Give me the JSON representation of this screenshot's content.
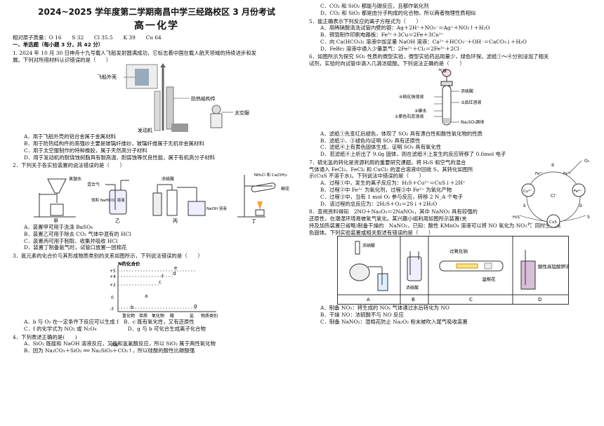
{
  "header": {
    "title": "2024~2025 学年度第二学期南昌中学三经路校区 3 月份考试",
    "subtitle": "高一化学",
    "atomic_masses": "相对原子质量：O 16　　S 32　　Cl 35.5　　K 39　　Cu 64"
  },
  "section1": "一、单选题（每小题 3 分，共 42 分）",
  "q1": {
    "stem1": "1. 2024 年 10 月 30 日神舟十九号载人飞船发射圆满成功，它标志着中国在载人航天领域的持续进步和发",
    "stem2": "展。下列对所用材料认识错误的是（　　）",
    "labels": {
      "shell": "飞船外壳",
      "structure": "防热结构件",
      "suit": "太空服",
      "engine": "发动机"
    },
    "options": [
      "A．用于飞船外壳的铝合金属于金属材料",
      "B．用于防热结构件的高强纱主要是玻璃纤维纱，玻璃纤维属于无机非金属材料",
      "C．用于太空服制作的特种橡胶，属于天然高分子材料",
      "D．用于发动机的耐烧蚀树脂具有耐高温、耐腐蚀等优良性能，属于有机高分子材料"
    ]
  },
  "q2": {
    "stem": "2．下列关于各实验装置的说法错误的是（　　）",
    "labels": {
      "a": "甲",
      "b": "乙",
      "c": "丙",
      "d": "丁",
      "water": "蒸馏水",
      "mixed_gas": "混合气",
      "nahco3": "饱和 NaHCO₃ 溶液",
      "acid": "浓硫酸",
      "naoh": "NaOH 溶液",
      "nh4cl": "NH₄Cl 和 Ca(OH)₂",
      "cotton": "棉花"
    },
    "options": [
      "A．装置甲可用于洗涤 BaSO₄",
      "B．装置乙可用于除去 CO₂ 气体中混有的 HCl",
      "C．装置丙可用于制取、收集并吸收 HCl",
      "D．装置丁制备氨气时，试管口放置一团棉花"
    ]
  },
  "q3": {
    "stem": "3．氮元素的化合价与其形成物质类别的关系如图所示，下列说法错误的是（　　）",
    "chart": {
      "ylabel": "N的化合价",
      "yticks": [
        "+5",
        "+4",
        "+2",
        "0",
        "-3"
      ],
      "xcats": [
        "氢化物",
        "单质",
        "氧化物",
        "酸",
        "盐",
        "物质类别"
      ],
      "points": [
        "b",
        "a",
        "c",
        "d",
        "e",
        "f",
        "g"
      ]
    },
    "options": [
      "A．b 与 O₂ 在一定条件下反应可以生成 f　B．c 既有氧化性，又有还原性",
      "C．f 的化学式为 NO₂ 或 N₂O₄　　　　　　D．g 与 b 可化合生成离子化合物"
    ]
  },
  "q4": {
    "stem": "4．下列表述正确的是(　　)",
    "options": [
      "A．SiO₂ 既能和 NaOH 溶液反应，又能和氢氟酸反应，所以 SiO₂ 属于两性氧化物",
      "B．因为 Na₂CO₃＋SiO₂ ══ Na₂SiO₃＋CO₂↑，所以硅酸的酸性比碳酸强"
    ],
    "cond": "高温"
  },
  "q4b": {
    "options": [
      "C．CO₂ 和 SiO₂ 都能与碳反应，且都作氧化剂",
      "D．CO₂ 和 SiO₂ 都是由分子构成的化合物，所以两者物理性质相似"
    ]
  },
  "q5": {
    "stem": "5．能正确表示下列反应的离子方程式为（　　）",
    "options": [
      "A．用稀硝酸清洗试管内壁的银：Ag＋2H⁺＋NO₃⁻＝Ag⁺＋NO₂↑＋H₂O",
      "B．铜箔制作印刷电路板：Fe³⁺＋3Cu＝2Fe＋3Cu²⁺",
      "C．向 Ca(HCO₃)₂ 溶液中加足量 NaOH 溶液：Ca²⁺＋HCO₃⁻＋OH⁻＝CaCO₃↓＋H₂O",
      "D．FeBr₂ 溶液中通入少量氯气：2Fe²⁺＋Cl₂＝2Fe³⁺＋2Cl⁻"
    ]
  },
  "q6": {
    "stem1": "6．如图所示为探究 SO₂ 性质的微型实验，微型实验药品用量少，绿色环保。滤纸①～④分别浸泡了相关",
    "stem2": "试剂，实验时向试管中滴入几滴浓硫酸。下列说法正确的是（　　）",
    "labels": {
      "balloon": "气球",
      "acid": "浓硫酸",
      "l4": "④硫化钠溶液",
      "l3": "③品红溶液",
      "l2": "②碘水",
      "l1": "①紫色石蕊溶液",
      "solid": "Na₂SO₃固体"
    },
    "options": [
      "A．滤纸①先变红后褪色，体现了 SO₂ 具有漂白性和酸性氧化物的性质",
      "B．滤纸②、③褪色均证明 SO₂ 具有还原性",
      "C．滤纸④上有黄色固体生成，证明 SO₂ 具有氧化性",
      "D．若滤纸④上析出了 9.6g 固体，则在滤纸④上发生的反应转移了 0.6mol 电子"
    ]
  },
  "q7": {
    "stem1": "7．硫化氢的转化是资源利用的重要研究课题。将 H₂S 和空气的混合",
    "stem2": "气体通入 FeCl₃、FeCl₂ 和 CuCl₂ 的混合溶液中回收 S，其转化如图所",
    "stem3": "示(CuS 不溶于水)。下列说法中错误的是（　　）",
    "labels": {
      "c1": "①",
      "c2": "②",
      "c3": "③",
      "o2": "O₂",
      "fe2": "Fe²⁺",
      "fe3": "Fe³⁺",
      "cu": "Cu²⁺",
      "cl": "Cl⁻",
      "cus": "CuS",
      "h2s": "H₂S",
      "s": "S",
      "hp": "H⁺"
    },
    "options": [
      "A．过程①中，发生的离子反应为：H₂S＋Cu²⁺＝CuS↓＋2H⁺",
      "B．过程②中 Fe³⁺ 为氧化剂，过程③中 Fe²⁺ 为氧化产物",
      "C．过程③中，当有 1 mol O₂ 参与反应，转移 2 N_A 个电子",
      "D．该过程的总反应为：2H₂S＋O₂＝2S↓＋2H₂O"
    ]
  },
  "q8": {
    "stem1": "8．查阅资料得知　2NO＋Na₂O₂＝2NaNO₂，其中 NaNO₂ 具有较强的",
    "stem2": "还原性，在潮湿环境易被氧气氧化。某兴趣小组利用如图所示装置(夹",
    "stem3": "持及加热装置已省略)制备干燥的　NaNO₂，已知：酸性 KMnO₄ 溶液可以将 NO 氧化为 NO₃⁻，同时生成黑",
    "stem4": "色固体。下列实验装置或相关叙述有错误的是（　　）",
    "labels": {
      "a": "A",
      "b": "B",
      "c": "C",
      "d": "D",
      "hno3": "浓硝酸",
      "h2so4": "浓硫酸",
      "na2o2": "过氧化钠",
      "cotton": "湿棉花",
      "kmno4": "酸性高锰酸钾溶液"
    },
    "options": [
      "A．制备 NO₂：将生成的 NO₂ 气体通过水后转化为 NO",
      "B．干燥 NO：浓硫酸不与 NO 反应",
      "C．制备 NaNO₂：湿棉花防止 Na₂O₂ 粉末被吹入尾气吸收装置"
    ]
  }
}
